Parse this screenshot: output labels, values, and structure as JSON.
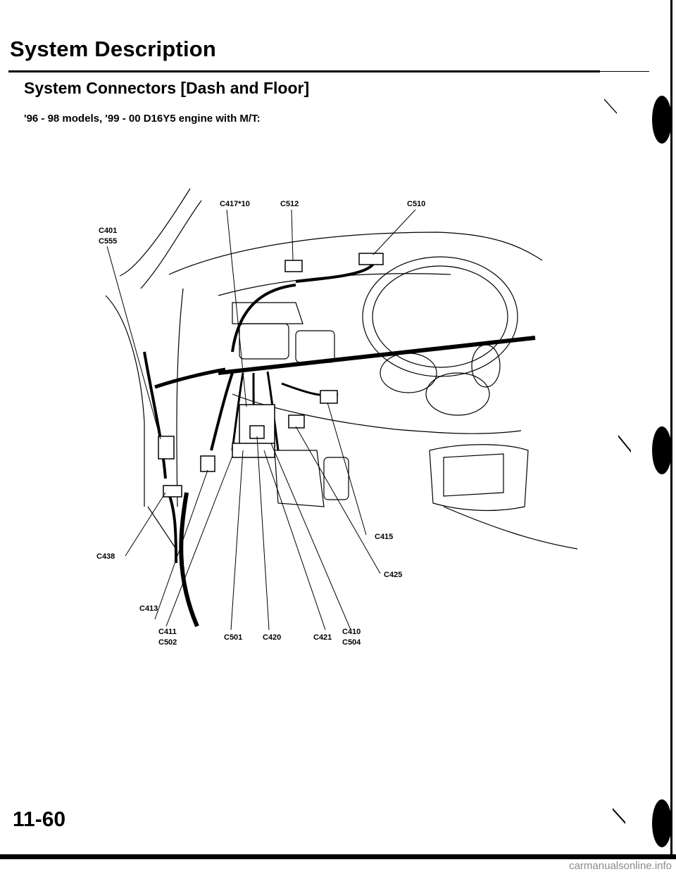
{
  "header": {
    "page_title": "System Description",
    "section_title": "System Connectors [Dash and Floor]",
    "applicability": "'96 - 98 models, '99 - 00 D16Y5 engine with M/T:"
  },
  "callouts": {
    "c417": "C417*10",
    "c512": "C512",
    "c510": "C510",
    "c401": "C401",
    "c555": "C555",
    "c438": "C438",
    "c415": "C415",
    "c425": "C425",
    "c413": "C413",
    "c411": "C411",
    "c502": "C502",
    "c501": "C501",
    "c420": "C420",
    "c421": "C421",
    "c410": "C410",
    "c504": "C504"
  },
  "footer": {
    "page_number": "11-60",
    "watermark": "carmanualsonline.info"
  }
}
